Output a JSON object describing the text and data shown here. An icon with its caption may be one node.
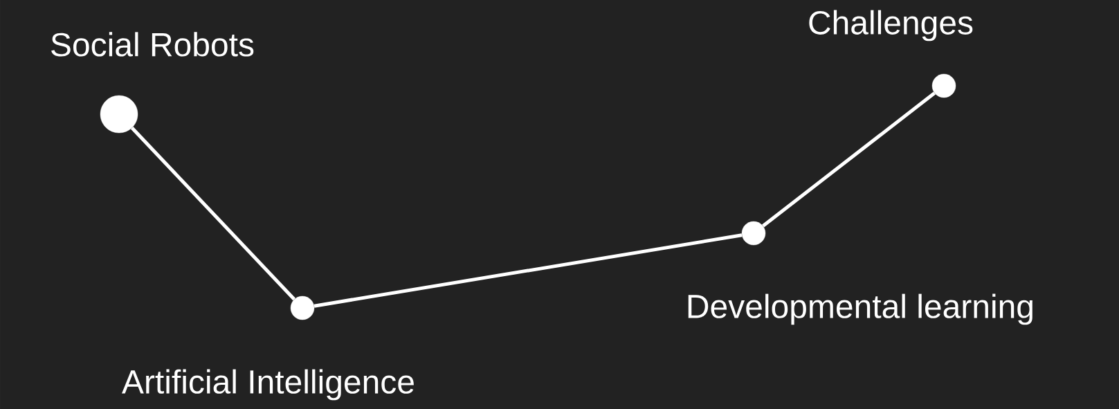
{
  "diagram": {
    "nodes": [
      {
        "text": [],
        "shape": "circle",
        "beside": [
          "Social Robots"
        ]
      },
      {
        "text": [],
        "shape": "circle",
        "beside": [
          "Artificial Intelligence"
        ]
      },
      {
        "text": [],
        "shape": "circle",
        "beside": [
          "Developmental learning"
        ]
      },
      {
        "text": [],
        "shape": "circle",
        "beside": [
          "Challenges"
        ]
      }
    ],
    "edges": [
      {
        "from": 0,
        "to": 1,
        "arrow": "none"
      },
      {
        "from": 1,
        "to": 2,
        "arrow": "none"
      },
      {
        "from": 2,
        "to": 3,
        "arrow": "none"
      }
    ]
  }
}
